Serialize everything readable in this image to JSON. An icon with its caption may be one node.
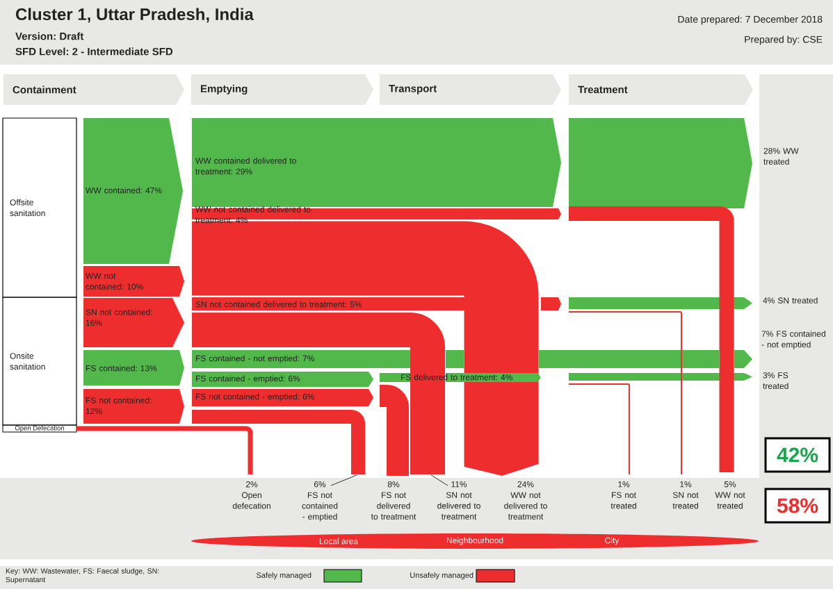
{
  "diagram": {
    "title": "Cluster 1, Uttar Pradesh, India",
    "nodes": [
      {
        "text": [
          "Containment"
        ]
      },
      {
        "text": [
          "Emptying"
        ]
      },
      {
        "text": [
          "Transport"
        ]
      },
      {
        "text": [
          "Treatment"
        ]
      },
      {
        "text": [
          "Offsite sanitation"
        ]
      },
      {
        "text": [
          "Onsite sanitation"
        ]
      },
      {
        "text": [
          "Open Defecation"
        ]
      },
      {
        "text": [
          "WW contained: 47%"
        ]
      },
      {
        "text": [
          "WW not contained: 10%"
        ]
      },
      {
        "text": [
          "SN not contained: 16%"
        ]
      },
      {
        "text": [
          "FS contained: 13%"
        ]
      },
      {
        "text": [
          "FS not contained: 12%"
        ]
      },
      {
        "text": [
          "WW contained delivered to treatment: 29%"
        ]
      },
      {
        "text": [
          "WW not contained delivered to treatment: 4%"
        ]
      },
      {
        "text": [
          "SN not contained delivered to treatment: 5%"
        ]
      },
      {
        "text": [
          "FS contained - not emptied: 7%"
        ]
      },
      {
        "text": [
          "FS contained - emptied: 6%"
        ]
      },
      {
        "text": [
          "FS not contained - emptied: 6%"
        ]
      },
      {
        "text": [
          "FS delivered to treatment: 4%"
        ]
      },
      {
        "text": [
          "42%"
        ]
      },
      {
        "text": [
          "58%"
        ]
      },
      {
        "text": [
          "6%",
          "FS not contained - emptied"
        ]
      },
      {
        "text": [
          "11%",
          "SN not delivered to treatment"
        ]
      },
      {
        "text": [
          "Local area",
          "Neighbourhood",
          "City"
        ]
      }
    ],
    "edges": [
      {
        "from": 21,
        "to": null,
        "arrow": "none"
      },
      {
        "from": 22,
        "to": null,
        "arrow": "none"
      },
      {
        "from": 6,
        "to": null,
        "arrow": "none",
        "style": "thick",
        "color": "#ee2e2e"
      }
    ],
    "labels": [
      "Version: Draft",
      "SFD Level: 2 - Intermediate SFD",
      "Date prepared: 7 December 2018",
      "Prepared by: CSE",
      "28% WW treated",
      "4% SN treated",
      "7% FS contained - not emptied",
      "3% FS treated",
      "2%",
      "Open defecation",
      "8%",
      "FS not delivered to treatment",
      "24%",
      "WW not delivered to treatment",
      "1%",
      "FS not treated",
      "1%",
      "SN not treated",
      "5%",
      "WW not treated",
      "Key: WW: Wastewater, FS: Faecal sludge, SN: Supernatant"
    ],
    "legend": [
      {
        "text": "Safely managed",
        "color": "#52b84c"
      },
      {
        "text": "Unsafely managed",
        "color": "#ee2e2e"
      }
    ]
  }
}
